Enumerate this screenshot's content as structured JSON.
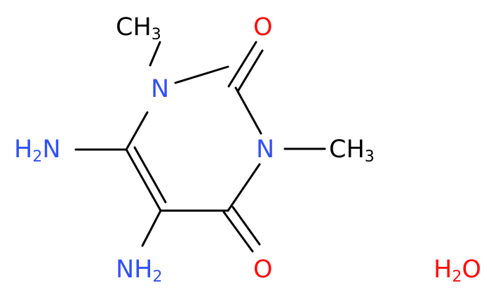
{
  "colors": {
    "bond": "#000000",
    "nitrogen": "#3050f8",
    "oxygen": "#ff0d0d"
  },
  "atoms": {
    "n1": "N",
    "n3": "N",
    "o2": "O",
    "o4": "O",
    "methyl_top": {
      "main": "CH",
      "sub": "3"
    },
    "methyl_right": {
      "main": "CH",
      "sub": "3"
    },
    "amine_left": {
      "main": "H",
      "sub": "2",
      "tail": "N"
    },
    "amine_bottom": {
      "main": "NH",
      "sub": "2"
    },
    "water": {
      "h": "H",
      "sub": "2",
      "o": "O"
    }
  }
}
